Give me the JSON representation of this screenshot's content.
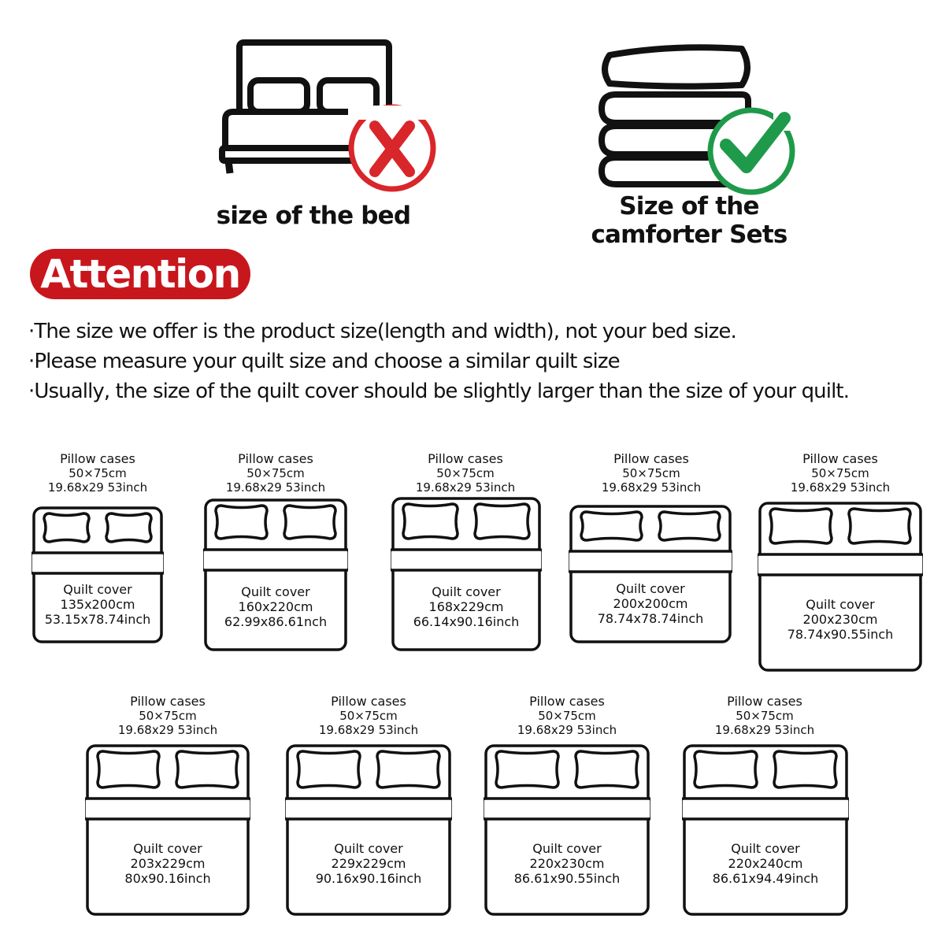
{
  "header": {
    "bed_caption": "size of the bed",
    "set_caption_line1": "Size of the",
    "set_caption_line2": "camforter Sets"
  },
  "attention": {
    "label": "Attention"
  },
  "notes": [
    "·The size we offer is the product size(length and width), not your bed size.",
    "·Please measure your quilt size and choose a similar quilt size",
    "·Usually, the size of the quilt cover should be slightly larger than the size of your quilt."
  ],
  "colors": {
    "accent_red": "#c8161d",
    "check_green": "#1f9a4a",
    "cross_red": "#d9262b"
  },
  "cards": [
    {
      "pillow_title": "Pillow cases",
      "pillow_cm": "50×75cm",
      "pillow_inch": "19.68x29 53inch",
      "quilt_title": "Quilt cover",
      "quilt_cm": "135x200cm",
      "quilt_inch": "53.15x78.74inch"
    },
    {
      "pillow_title": "Pillow cases",
      "pillow_cm": "50×75cm",
      "pillow_inch": "19.68x29 53inch",
      "quilt_title": "Quilt cover",
      "quilt_cm": "160x220cm",
      "quilt_inch": "62.99x86.61nch"
    },
    {
      "pillow_title": "Pillow cases",
      "pillow_cm": "50×75cm",
      "pillow_inch": "19.68x29 53inch",
      "quilt_title": "Quilt cover",
      "quilt_cm": "168x229cm",
      "quilt_inch": "66.14x90.16inch"
    },
    {
      "pillow_title": "Pillow cases",
      "pillow_cm": "50×75cm",
      "pillow_inch": "19.68x29 53inch",
      "quilt_title": "Quilt cover",
      "quilt_cm": "200x200cm",
      "quilt_inch": "78.74x78.74inch"
    },
    {
      "pillow_title": "Pillow cases",
      "pillow_cm": "50×75cm",
      "pillow_inch": "19.68x29 53inch",
      "quilt_title": "Quilt cover",
      "quilt_cm": "200x230cm",
      "quilt_inch": "78.74x90.55inch"
    },
    {
      "pillow_title": "Pillow cases",
      "pillow_cm": "50×75cm",
      "pillow_inch": "19.68x29 53inch",
      "quilt_title": "Quilt cover",
      "quilt_cm": "203x229cm",
      "quilt_inch": "80x90.16inch"
    },
    {
      "pillow_title": "Pillow cases",
      "pillow_cm": "50×75cm",
      "pillow_inch": "19.68x29 53inch",
      "quilt_title": "Quilt cover",
      "quilt_cm": "229x229cm",
      "quilt_inch": "90.16x90.16inch"
    },
    {
      "pillow_title": "Pillow cases",
      "pillow_cm": "50×75cm",
      "pillow_inch": "19.68x29 53inch",
      "quilt_title": "Quilt cover",
      "quilt_cm": "220x230cm",
      "quilt_inch": "86.61x90.55inch"
    },
    {
      "pillow_title": "Pillow cases",
      "pillow_cm": "50×75cm",
      "pillow_inch": "19.68x29 53inch",
      "quilt_title": "Quilt cover",
      "quilt_cm": "220x240cm",
      "quilt_inch": "86.61x94.49inch"
    }
  ]
}
